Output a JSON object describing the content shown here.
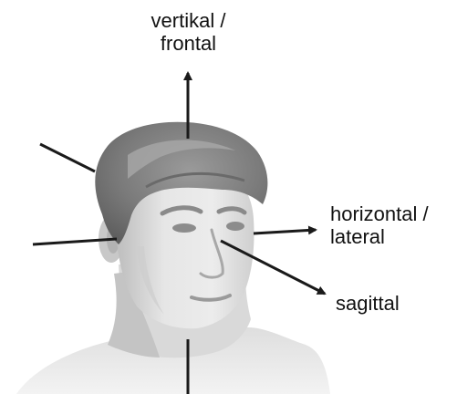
{
  "labels": {
    "vertical_line1": "vertikal /",
    "vertical_line2": "frontal",
    "horizontal_line1": "horizontal /",
    "horizontal_line2": "lateral",
    "sagittal": "sagittal"
  },
  "colors": {
    "axis": "#1a1a1a",
    "hair": "#7f7f7f",
    "skin": "#e4e4e4",
    "shadow": "#a9a9a9",
    "background": "#ffffff"
  }
}
